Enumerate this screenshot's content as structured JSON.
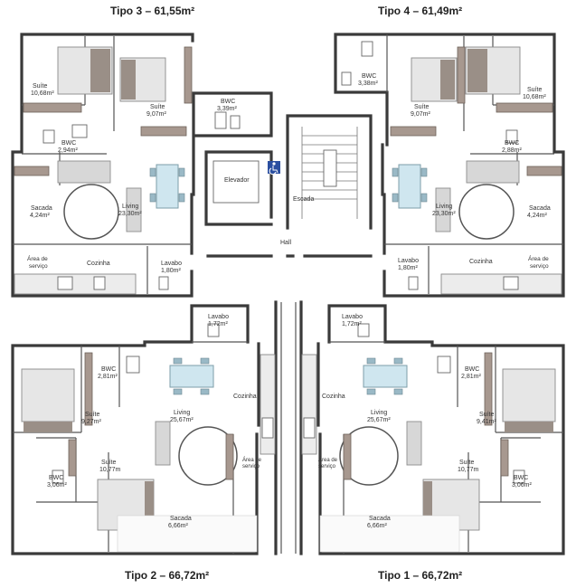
{
  "titles": {
    "tipo3": "Tipo 3 – 61,55m²",
    "tipo4": "Tipo 4 – 61,49m²",
    "tipo2": "Tipo 2 – 66,72m²",
    "tipo1": "Tipo 1 – 66,72m²"
  },
  "tipo3": {
    "suite_a": [
      "Suíte",
      "10,68m²"
    ],
    "suite_b": [
      "Suíte",
      "9,07m²"
    ],
    "bwc_a": [
      "BWC",
      "3,39m²"
    ],
    "bwc_b": [
      "BWC",
      "2,94m²"
    ],
    "sacada": [
      "Sacada",
      "4,24m²"
    ],
    "living": [
      "Living",
      "23,30m²"
    ],
    "area_servico": [
      "Área de",
      "serviço"
    ],
    "cozinha": "Cozinha",
    "lavabo": [
      "Lavabo",
      "1,80m²"
    ]
  },
  "tipo4": {
    "bwc_a": [
      "BWC",
      "3,38m²"
    ],
    "suite_b": [
      "Suíte",
      "9,07m²"
    ],
    "suite_a": [
      "Suíte",
      "10,68m²"
    ],
    "bwc_b": [
      "BWC",
      "2,88m²"
    ],
    "sacada": [
      "Sacada",
      "4,24m²"
    ],
    "living": [
      "Living",
      "23,30m²"
    ],
    "lavabo": [
      "Lavabo",
      "1,80m²"
    ],
    "cozinha": "Cozinha",
    "area_servico": [
      "Área de",
      "serviço"
    ]
  },
  "core": {
    "elevador": "Elevador",
    "escada": "Escada",
    "hall": "Hall"
  },
  "tipo2": {
    "lavabo": [
      "Lavabo",
      "1,72m²"
    ],
    "bwc_a": [
      "BWC",
      "2,81m²"
    ],
    "suite_a": [
      "Suíte",
      "9,27m²"
    ],
    "living": [
      "Living",
      "25,67m²"
    ],
    "cozinha": "Cozinha",
    "suite_b": [
      "Suíte",
      "10,77m"
    ],
    "bwc_b": [
      "BWC",
      "3,06m²"
    ],
    "area_servico": [
      "Área de",
      "serviço"
    ],
    "sacada": [
      "Sacada",
      "6,66m²"
    ]
  },
  "tipo1": {
    "lavabo": [
      "Lavabo",
      "1,72m²"
    ],
    "cozinha": "Cozinha",
    "bwc_a": [
      "BWC",
      "2,81m²"
    ],
    "living": [
      "Living",
      "25,67m²"
    ],
    "suite_a": [
      "Suíte",
      "9,41m²"
    ],
    "area_servico": [
      "Área de",
      "serviço"
    ],
    "suite_b": [
      "Suíte",
      "10,77m"
    ],
    "bwc_b": [
      "BWC",
      "3,06m²"
    ],
    "sacada": [
      "Sacada",
      "6,66m²"
    ]
  },
  "accessibility_icon": "wheelchair-icon"
}
